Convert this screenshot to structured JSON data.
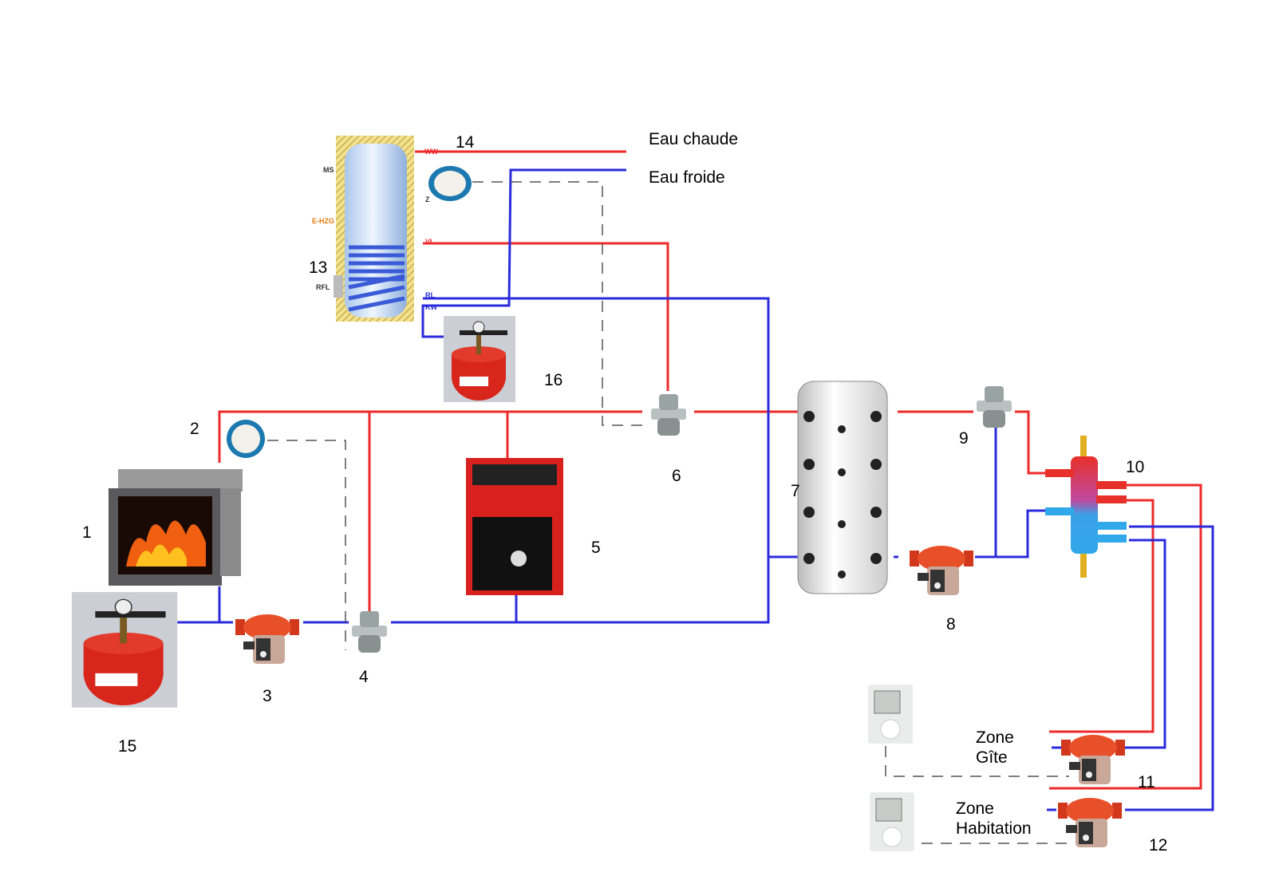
{
  "legend": {
    "hot_water": "Eau chaude",
    "cold_water": "Eau froide"
  },
  "components": [
    {
      "id": "1",
      "label": "1",
      "icon": "fireplace-insert"
    },
    {
      "id": "2",
      "label": "2",
      "icon": "thermometer"
    },
    {
      "id": "3",
      "label": "3",
      "icon": "circulator-pump"
    },
    {
      "id": "4",
      "label": "4",
      "icon": "three-way-valve"
    },
    {
      "id": "5",
      "label": "5",
      "icon": "boiler"
    },
    {
      "id": "6",
      "label": "6",
      "icon": "three-way-valve"
    },
    {
      "id": "7",
      "label": "7",
      "icon": "buffer-tank"
    },
    {
      "id": "8",
      "label": "8",
      "icon": "circulator-pump"
    },
    {
      "id": "9",
      "label": "9",
      "icon": "three-way-valve"
    },
    {
      "id": "10",
      "label": "10",
      "icon": "hydraulic-separator"
    },
    {
      "id": "11",
      "label": "11",
      "icon": "circulator-pump"
    },
    {
      "id": "12",
      "label": "12",
      "icon": "circulator-pump"
    },
    {
      "id": "13",
      "label": "13",
      "icon": "dhw-cylinder"
    },
    {
      "id": "14",
      "label": "14",
      "icon": "thermometer"
    },
    {
      "id": "15",
      "label": "15",
      "icon": "expansion-vessel"
    },
    {
      "id": "16",
      "label": "16",
      "icon": "expansion-vessel"
    }
  ],
  "tank_ports": {
    "ww": "WW",
    "ms": "MS",
    "z": "Z",
    "ehzg": "E-HZG",
    "vl": "VL",
    "rfl": "RFL",
    "rl": "RL",
    "kw": "KW"
  },
  "zones": {
    "gite": "Zone\nGîte",
    "habitation": "Zone\nHabitation"
  },
  "colors": {
    "hot_pipe": "#ee2a2a",
    "cold_pipe": "#2b2bdd",
    "control_wire": "#555555"
  }
}
